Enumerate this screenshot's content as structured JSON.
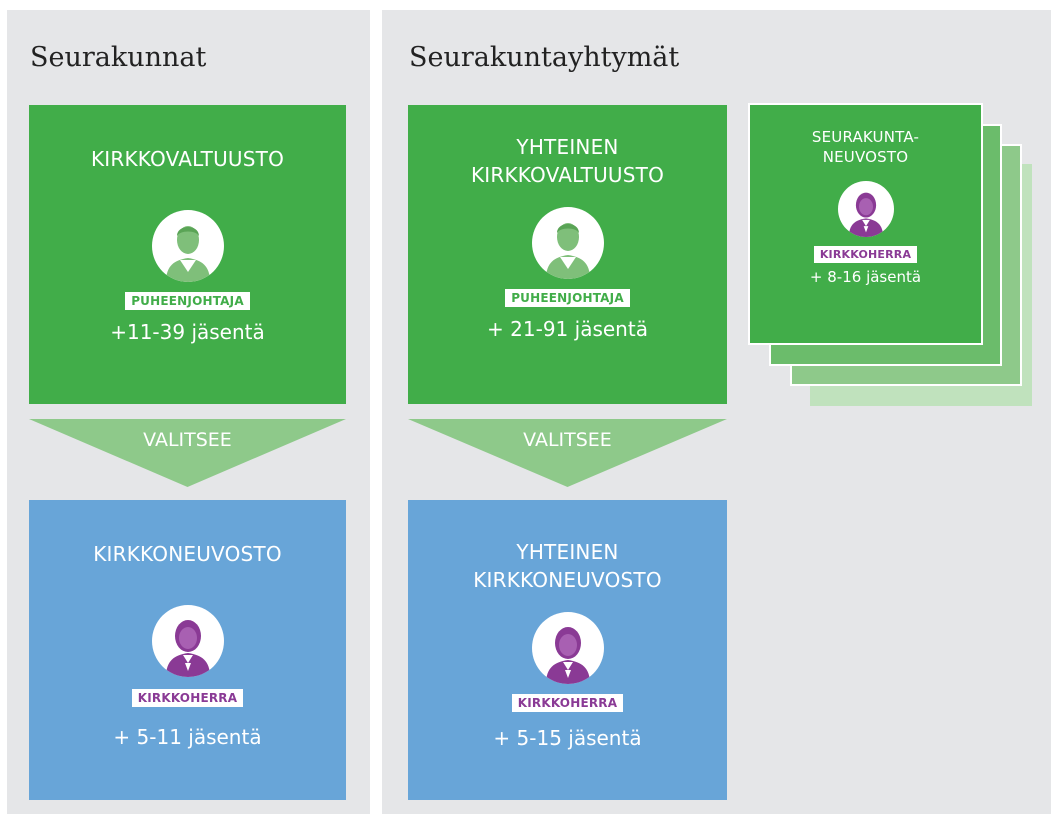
{
  "left": {
    "heading": "Seurakunnat",
    "council": {
      "title": "KIRKKOVALTUUSTO",
      "role": "PUHEENJOHTAJA",
      "members": "+11-39 jäsentä"
    },
    "arrow_label": "VALITSEE",
    "board": {
      "title": "KIRKKONEUVOSTO",
      "role": "KIRKKOHERRA",
      "members": "+ 5-11 jäsentä"
    }
  },
  "right": {
    "heading": "Seurakuntayhtymät",
    "council": {
      "title_line1": "YHTEINEN",
      "title_line2": "KIRKKOVALTUUSTO",
      "role": "PUHEENJOHTAJA",
      "members": "+ 21-91 jäsentä"
    },
    "arrow_label": "VALITSEE",
    "board": {
      "title_line1": "YHTEINEN",
      "title_line2": "KIRKKONEUVOSTO",
      "role": "KIRKKOHERRA",
      "members": "+ 5-15 jäsentä"
    },
    "parish_council": {
      "title_line1": "SEURAKUNTA-",
      "title_line2": "NEUVOSTO",
      "role": "KIRKKOHERRA",
      "members": "+ 8-16 jäsentä"
    }
  },
  "colors": {
    "green": "#41ad49",
    "light_green": "#8ec98a",
    "blue": "#68a5d8",
    "purple": "#8a3a95",
    "panel_bg": "#e5e6e8",
    "male_icon": "#7fbf7a"
  }
}
